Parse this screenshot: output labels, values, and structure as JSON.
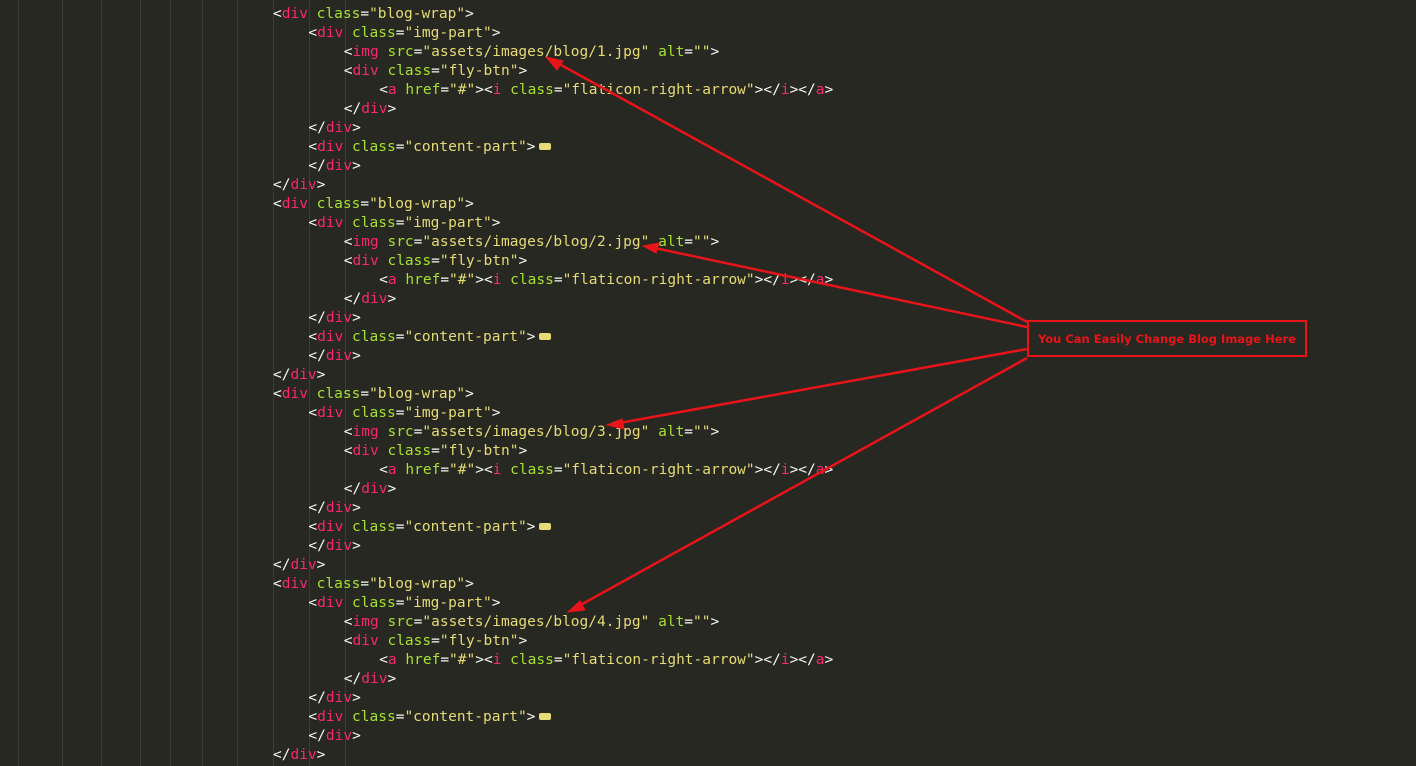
{
  "code": {
    "blocks": [
      {
        "wrap_class": "\"blog-wrap\"",
        "img_part_class": "\"img-part\"",
        "img_src": "\"assets/images/blog/1.jpg\"",
        "fly_class": "\"fly-btn\"",
        "href": "\"#\"",
        "icon_class": "\"flaticon-right-arrow\"",
        "content_class": "\"content-part\""
      },
      {
        "wrap_class": "\"blog-wrap\"",
        "img_part_class": "\"img-part\"",
        "img_src": "\"assets/images/blog/2.jpg\"",
        "fly_class": "\"fly-btn\"",
        "href": "\"#\"",
        "icon_class": "\"flaticon-right-arrow\"",
        "content_class": "\"content-part\""
      },
      {
        "wrap_class": "\"blog-wrap\"",
        "img_part_class": "\"img-part\"",
        "img_src": "\"assets/images/blog/3.jpg\"",
        "fly_class": "\"fly-btn\"",
        "href": "\"#\"",
        "icon_class": "\"flaticon-right-arrow\"",
        "content_class": "\"content-part\""
      },
      {
        "wrap_class": "\"blog-wrap\"",
        "img_part_class": "\"img-part\"",
        "img_src": "\"assets/images/blog/4.jpg\"",
        "fly_class": "\"fly-btn\"",
        "href": "\"#\"",
        "icon_class": "\"flaticon-right-arrow\"",
        "content_class": "\"content-part\""
      }
    ],
    "empty_alt": "\"\""
  },
  "annotation": {
    "text": "You Can Easily Change Blog Image Here"
  },
  "colors": {
    "background": "#272822",
    "tag": "#f92672",
    "attribute": "#a6e22e",
    "string": "#e6db74",
    "punctuation": "#f8f8f2",
    "annotation": "#e8141a"
  }
}
